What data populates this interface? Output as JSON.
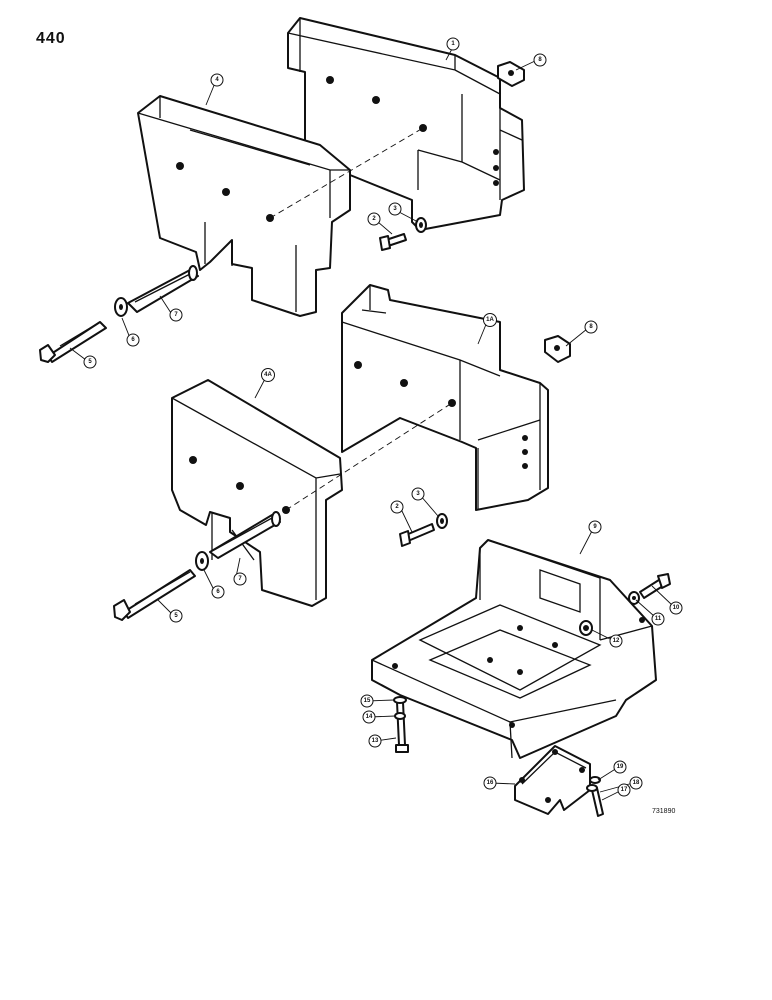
{
  "page_number": "440",
  "drawing_number": "731890",
  "callouts": [
    "1",
    "8",
    "4",
    "2",
    "3",
    "7",
    "6",
    "5",
    "1A",
    "8",
    "4A",
    "2",
    "3",
    "7",
    "6",
    "5",
    "9",
    "10",
    "11",
    "12",
    "15",
    "14",
    "13",
    "16",
    "19",
    "18",
    "17"
  ]
}
